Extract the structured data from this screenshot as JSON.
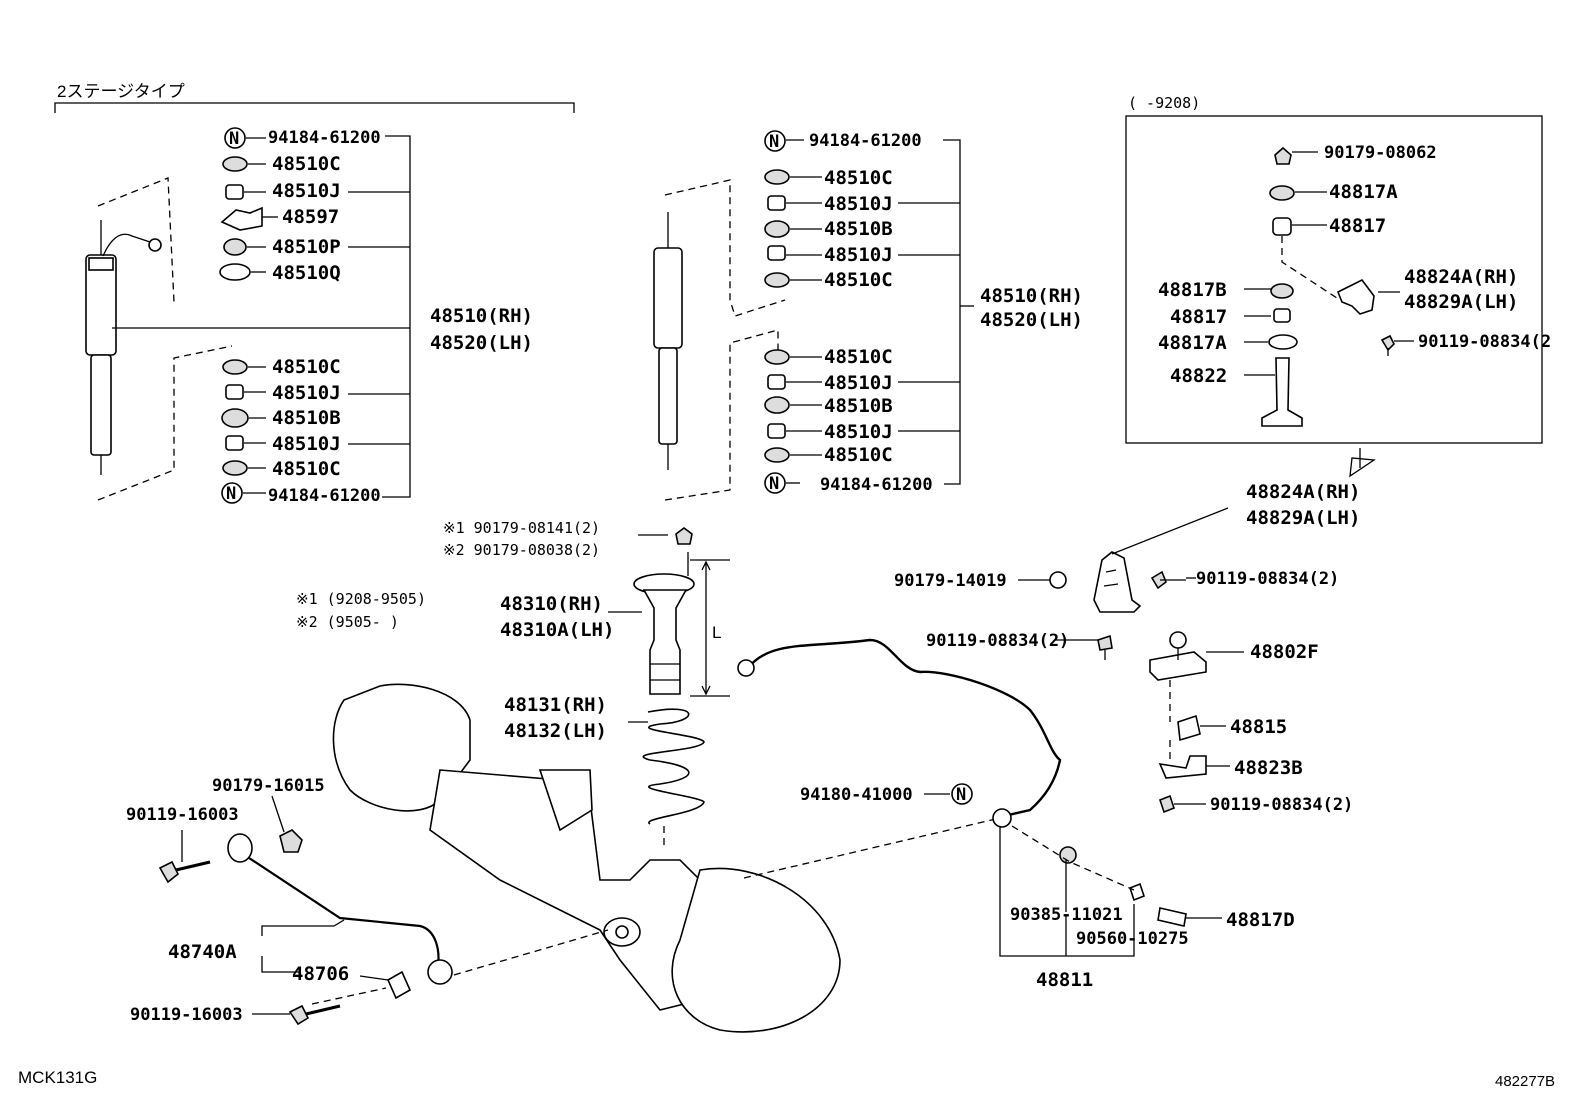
{
  "labels": {
    "stage_type": "2ステージタイプ",
    "year_range_box": "(     -9208)",
    "footnote1": "※1 (9208-9505)",
    "footnote2": "※2 (9505-     )",
    "nut1_code": "※1 90179-08141(2)",
    "nut2_code": "※2 90179-08038(2)",
    "l_dim": "L",
    "corner_left": "MCK131G",
    "corner_right": "482277B"
  },
  "left_kit": {
    "items": [
      "94184-61200",
      "48510C",
      "48510J",
      "48597",
      "48510P",
      "48510Q",
      "48510C",
      "48510J",
      "48510B",
      "48510J",
      "48510C",
      "94184-61200"
    ],
    "assy_rh": "48510(RH)",
    "assy_lh": "48520(LH)"
  },
  "mid_kit": {
    "items": [
      "94184-61200",
      "48510C",
      "48510J",
      "48510B",
      "48510J",
      "48510C",
      "48510C",
      "48510J",
      "48510B",
      "48510J",
      "48510C",
      "94184-61200"
    ],
    "assy_rh": "48510(RH)",
    "assy_lh": "48520(LH)"
  },
  "box_kit": {
    "items": [
      "90179-08062",
      "48817A",
      "48817",
      "48817B",
      "48817",
      "48817A",
      "48822",
      "48824A(RH)",
      "48829A(LH)",
      "90119-08834(2"
    ]
  },
  "bracket": {
    "rh": "48824A(RH)",
    "lh": "48829A(LH)"
  },
  "spring": {
    "bumper_rh": "48310(RH)",
    "bumper_lh": "48310A(LH)",
    "coil_rh": "48131(RH)",
    "coil_lh": "48132(LH)"
  },
  "stabilizer": {
    "p1": "90179-14019",
    "p2": "90119-08834(2)",
    "p3": "90119-08834(2)",
    "p4": "48802F",
    "p5": "48815",
    "p6": "48823B",
    "p7": "90119-08834(2)",
    "p8": "94180-41000",
    "p9": "90385-11021",
    "p10": "90560-10275",
    "p11": "48817D",
    "p12": "48811"
  },
  "lateral_rod": {
    "p1": "90179-16015",
    "p2": "90119-16003",
    "p3": "48740A",
    "p4": "48706",
    "p5": "90119-16003"
  }
}
